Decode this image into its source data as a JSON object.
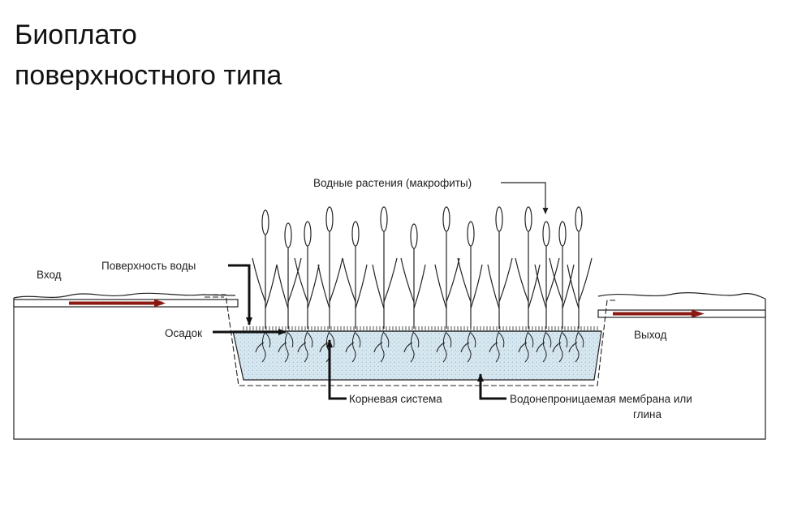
{
  "title": {
    "line1": "Биоплато",
    "line2": "поверхностного типа"
  },
  "labels": {
    "plants": "Водные растения (макрофиты)",
    "inlet": "Вход",
    "water_surface": "Поверхность воды",
    "sediment": "Осадок",
    "outlet": "Выход",
    "roots": "Корневая система",
    "membrane_line1": "Водонепроницаемая мембрана или",
    "membrane_line2": "глина"
  },
  "colors": {
    "flow_arrow": "#8a1a12",
    "line": "#222222",
    "fill": "#cfe3ee"
  }
}
